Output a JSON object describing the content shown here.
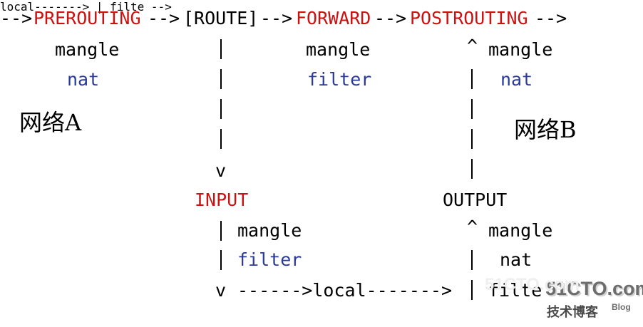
{
  "row1": {
    "arrow_start": "-->",
    "prerouting": "PREROUTING",
    "arrow": "-->",
    "route": "[ROUTE]",
    "forward": "FORWARD",
    "postrouting": "POSTROUTING"
  },
  "tables": {
    "prerouting": [
      "mangle",
      "nat"
    ],
    "forward": [
      "mangle",
      "filter"
    ],
    "postrouting": [
      "mangle",
      "nat"
    ],
    "input": [
      "mangle",
      "filter"
    ],
    "output": [
      "mangle",
      "nat",
      "filte"
    ]
  },
  "networks": {
    "a": "网络A",
    "b": "网络B"
  },
  "row_io": {
    "input": "INPUT",
    "output": "OUTPUT"
  },
  "bottom": {
    "local_flow": "------>local------->"
  },
  "symbols": {
    "caret": "^",
    "down": "v"
  },
  "watermark": {
    "site": "51CTO.com",
    "cn": "技术博客",
    "blog": "Blog"
  },
  "colors": {
    "chain_highlight": "#cc1111",
    "table_highlight": "#2a3a9a",
    "text": "#000000"
  }
}
